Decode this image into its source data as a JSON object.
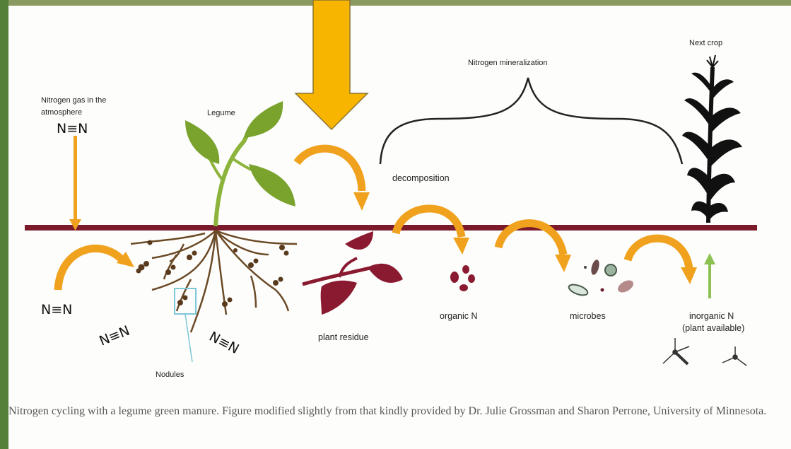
{
  "diagram": {
    "labels": {
      "atmosphere_line1": "Nitrogen gas in the",
      "atmosphere_line2": "atmosphere",
      "n2_formula": "N≡N",
      "legume": "Legume",
      "nodules": "Nodules",
      "plant_residue": "plant residue",
      "decomposition": "decomposition",
      "nitrogen_mineralization": "Nitrogen mineralization",
      "organic_n": "organic N",
      "microbes": "microbes",
      "inorganic_n_line1": "inorganic N",
      "inorganic_n_line2": "(plant available)",
      "next_crop": "Next crop"
    }
  },
  "caption": "Nitrogen cycling with a legume green manure. Figure modified slightly from that kindly provided by Dr. Julie Grossman and Sharon Perrone, University of Minnesota.",
  "colors": {
    "soil_line": "#7a1a2a",
    "arrow_orange": "#f0a21e",
    "pointer_arrow": "#f7b500",
    "legume_green": "#8cb43c",
    "root_brown": "#6b4a26",
    "residue_maroon": "#8a1a30",
    "nodule_box": "#7fc6d6",
    "uptake_arrow": "#8cc152"
  },
  "icons": [
    "pointer-down-arrow-icon",
    "corn-plant-icon",
    "curved-arrow-icon",
    "molecule-icon"
  ]
}
